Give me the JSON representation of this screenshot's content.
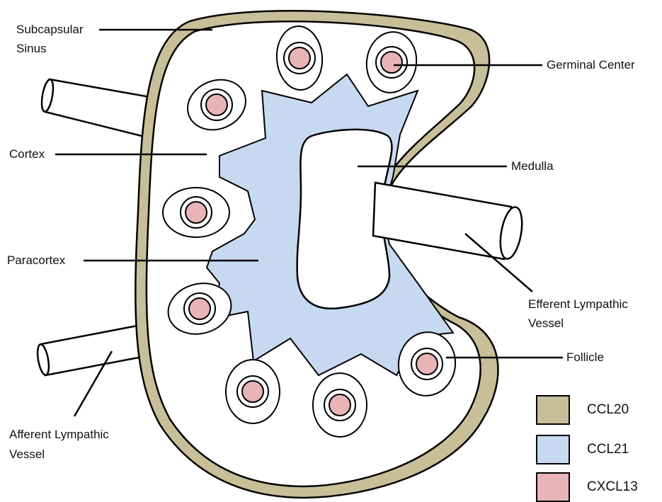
{
  "labels": {
    "subcapsular_sinus_1": "Subcapsular",
    "subcapsular_sinus_2": "Sinus",
    "cortex": "Cortex",
    "paracortex": "Paracortex",
    "afferent_1": "Afferent Lympathic",
    "afferent_2": "Vessel",
    "germinal_center": "Germinal Center",
    "medulla": "Medulla",
    "efferent_1": "Efferent Lympathic",
    "efferent_2": "Vessel",
    "follicle": "Follicle"
  },
  "legend": [
    {
      "name": "CCL20",
      "color": "#c8bf98"
    },
    {
      "name": "CCL21",
      "color": "#c6d9f0"
    },
    {
      "name": "CXCL13",
      "color": "#e8b4b6"
    }
  ],
  "colors": {
    "capsule": "#c8bf98",
    "paracortex": "#c6d9f0",
    "germinal_center": "#e8b4b6",
    "outline": "#000000"
  }
}
